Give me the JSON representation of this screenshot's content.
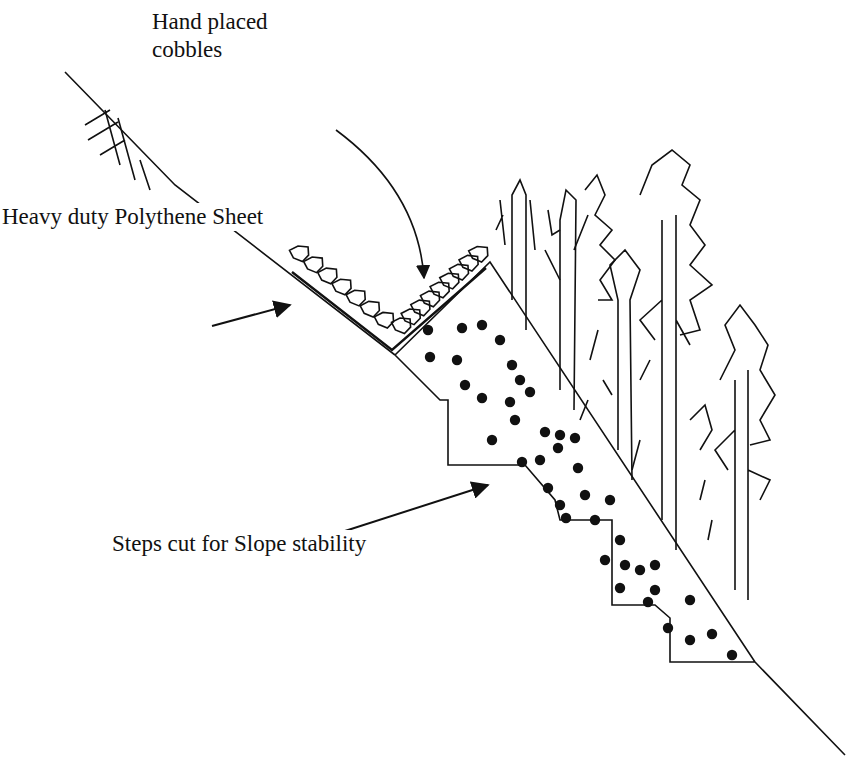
{
  "diagram": {
    "labels": [
      "Hand placed cobbles",
      "Heavy duty Polythene Sheet",
      "Steps cut for Slope stability"
    ]
  }
}
